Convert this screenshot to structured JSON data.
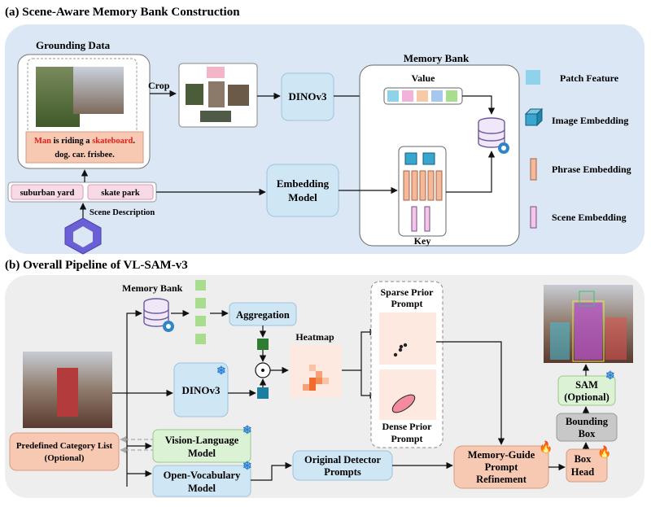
{
  "section_a": {
    "title": "(a) Scene-Aware Memory Bank Construction",
    "grounding_title": "Grounding Data",
    "caption_part1": "Man",
    "caption_part2": " is riding a ",
    "caption_part3": "skateboard",
    "caption_part4": ".",
    "caption_line2": "dog. car. frisbee.",
    "crop_label": "Crop",
    "dinov3": "DINOv3",
    "embedding_model_line1": "Embedding",
    "embedding_model_line2": "Model",
    "memory_bank_title": "Memory Bank",
    "value_label": "Value",
    "key_label": "Key",
    "scene_tags": [
      "suburban yard",
      "skate park"
    ],
    "scene_description": "Scene  Description",
    "legend": {
      "patch_feature": "Patch Feature",
      "image_embedding": "Image Embedding",
      "phrase_embedding": "Phrase Embedding",
      "scene_embedding": "Scene Embedding"
    }
  },
  "section_b": {
    "title": "(b) Overall Pipeline of VL-SAM-v3",
    "memory_bank": "Memory Bank",
    "aggregation": "Aggregation",
    "heatmap": "Heatmap",
    "dinov3": "DINOv3",
    "sparse_prompt_line1": "Sparse Prior",
    "sparse_prompt_line2": "Prompt",
    "dense_prompt_line1": "Dense Prior",
    "dense_prompt_line2": "Prompt",
    "category_list_line1": "Predefined Category List",
    "category_list_line2": "(Optional)",
    "vlm_line1": "Vision-Language",
    "vlm_line2": "Model",
    "ovm_line1": "Open-Vocabulary",
    "ovm_line2": "Model",
    "original_prompts_line1": "Original Detector",
    "original_prompts_line2": "Prompts",
    "refinement_line1": "Memory-Guide",
    "refinement_line2": "Prompt",
    "refinement_line3": "Refinement",
    "box_head_line1": "Box",
    "box_head_line2": "Head",
    "bounding_box_line1": "Bounding",
    "bounding_box_line2": "Box",
    "sam_line1": "SAM",
    "sam_line2": "(Optional)",
    "dot_symbol": "⊙"
  },
  "colors": {
    "panel_a_bg": "#dbe7f5",
    "panel_b_bg": "#eeeeee",
    "blue_box": "#cfe6f5",
    "green_box": "#dcf2d5",
    "orange_box": "#f7c9b3",
    "pink_box": "#f8d9dc",
    "gray_box": "#c8c8c8",
    "heat_light": "#fde9df",
    "heat_dark": "#f26b2e",
    "memory_square": "#a9dd8e",
    "dark_green": "#2e7d32",
    "teal": "#1a7fa0"
  }
}
